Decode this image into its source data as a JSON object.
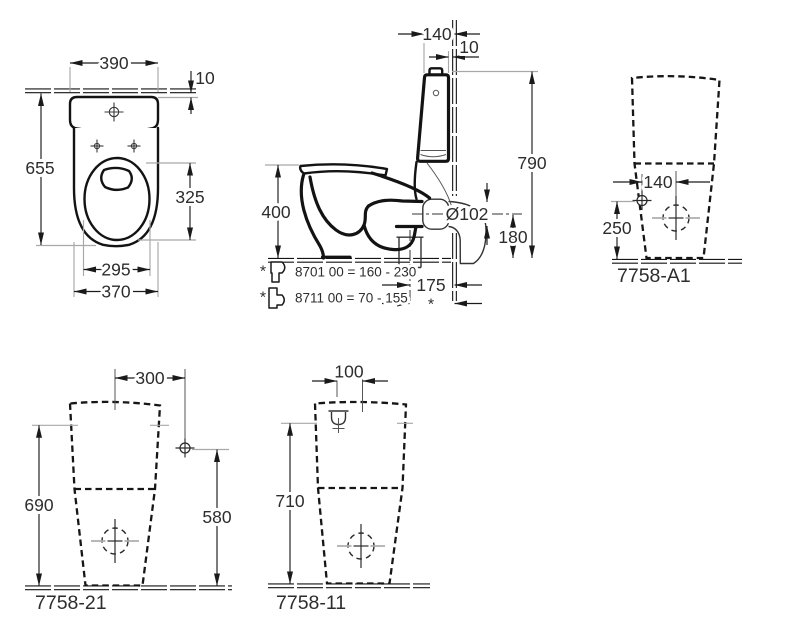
{
  "colors": {
    "line": "#1a1a1a",
    "extension_line": "#a8a8a8",
    "text": "#2d2d2d",
    "background": "#ffffff"
  },
  "views": {
    "top": {
      "tank_width": "390",
      "wall_gap": "10",
      "overall_depth": "655",
      "seat_opening_depth": "325",
      "seat_inner_width": "295",
      "bowl_width": "370"
    },
    "side": {
      "cistern_depth": "140",
      "wall_gap": "10",
      "overall_height": "790",
      "rim_height": "400",
      "outlet_diameter": "Ø102",
      "outlet_height": "180",
      "outlet_distance": "175",
      "outlet_distance_variable": "*"
    },
    "rear_a1": {
      "code": "7758-A1",
      "inlet_offset": "140",
      "inlet_height": "250"
    },
    "rear_21": {
      "code": "7758-21",
      "inlet_offset": "300",
      "overall_height": "690",
      "inlet_height": "580"
    },
    "rear_11": {
      "code": "7758-11",
      "inlet_offset": "100",
      "overall_height": "710"
    }
  },
  "notes": {
    "horizontal_outlet": {
      "mark": "*",
      "text": "8701 00 = 160 - 230"
    },
    "vertical_outlet": {
      "mark": "*",
      "text": "8711 00 = 70 - 155"
    }
  }
}
